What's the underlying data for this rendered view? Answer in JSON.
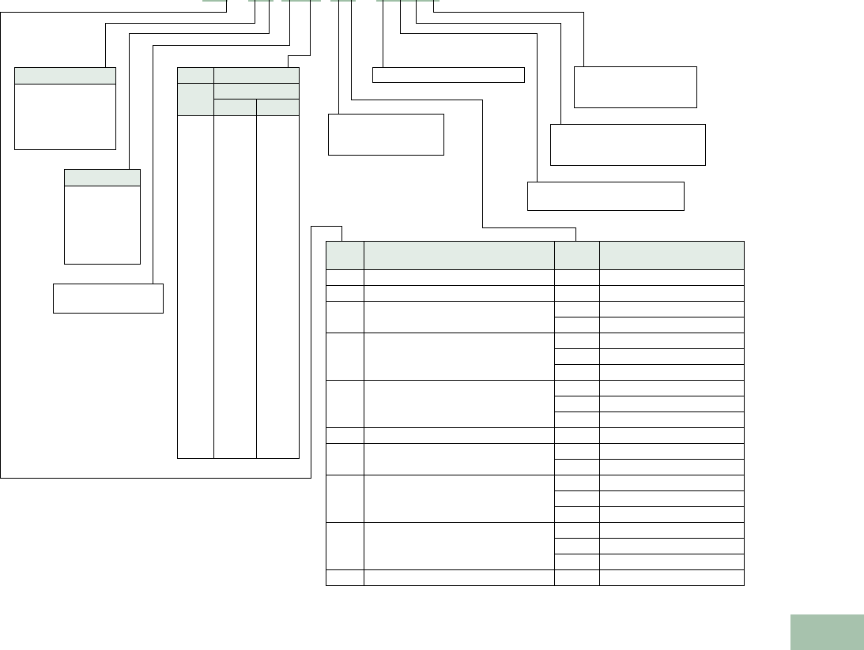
{
  "colors": {
    "header_fill": "#e3ece6",
    "accent_green": "#a7c2ad",
    "top_marks": "#9fbfa6",
    "line": "#000000"
  },
  "diagram": {
    "labels": {
      "box_a": "",
      "box_b": "",
      "box_c": "",
      "box_d": "",
      "box_e": "",
      "box_f": "",
      "box_g": "",
      "box_h": "",
      "table_a_header": "",
      "table_b_header": ""
    },
    "table_b_groups": [
      1,
      1,
      2,
      3,
      3,
      1,
      2,
      3,
      3,
      1
    ]
  }
}
